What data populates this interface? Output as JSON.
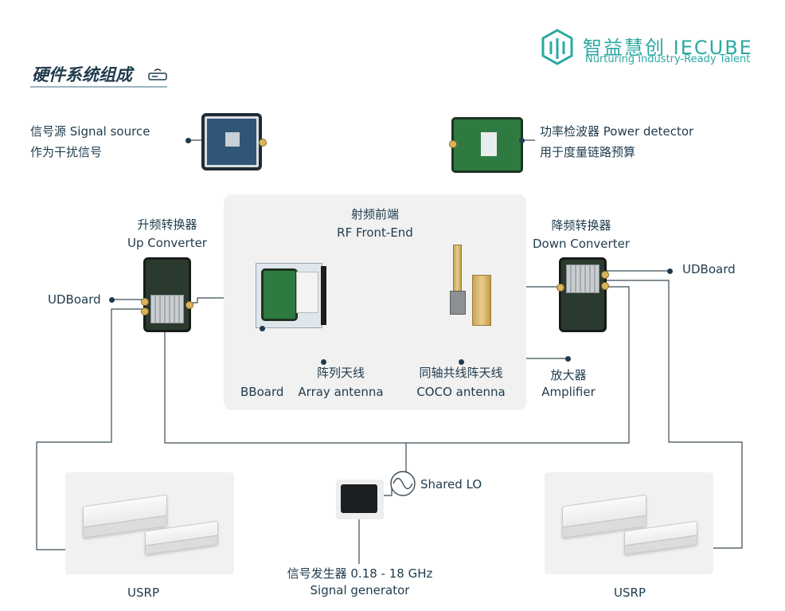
{
  "header": {
    "title": "硬件系统组成",
    "title_icon": "router-icon",
    "logo_cn": "智益慧创 IECUBE",
    "logo_tagline": "Nurturing Industry-Ready Talent",
    "accent_color": "#2aa9a3",
    "text_color": "#1f3b4d"
  },
  "signal_source": {
    "line1": "信号源 Signal source",
    "line2": "作为干扰信号"
  },
  "power_detector": {
    "line1": "功率检波器 Power detector",
    "line2": "用于度量链路预算"
  },
  "rf_front_end": {
    "cn": "射频前端",
    "en": "RF Front-End"
  },
  "up_converter": {
    "cn": "升频转换器",
    "en": "Up Converter"
  },
  "down_converter": {
    "cn": "降频转换器",
    "en": "Down Converter"
  },
  "udboard_left": "UDBoard",
  "udboard_right": "UDBoard",
  "bboard": "BBoard",
  "array_antenna": {
    "cn": "阵列天线",
    "en": "Array antenna"
  },
  "coco_antenna": {
    "cn": "同轴共线阵天线",
    "en": "COCO antenna"
  },
  "amplifier": {
    "cn": "放大器",
    "en": "Amplifier"
  },
  "shared_lo": "Shared LO",
  "signal_generator": {
    "line1": "信号发生器 0.18 - 18 GHz",
    "line2": "Signal generator"
  },
  "usrp_left": "USRP",
  "usrp_right": "USRP"
}
